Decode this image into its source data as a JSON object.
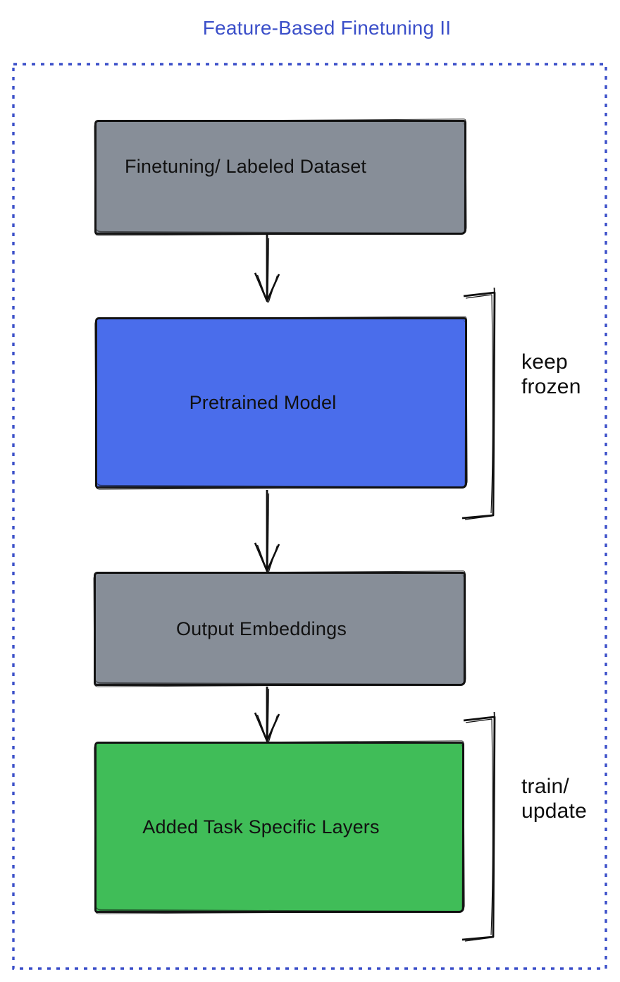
{
  "title": "Feature-Based Finetuning II",
  "colors": {
    "title_text": "#3B4FC9",
    "frame_border": "#3B4FC9",
    "node_gray": "#878E98",
    "node_blue": "#4A6DEB",
    "node_green": "#40BD58",
    "label_text": "#111111"
  },
  "nodes": [
    {
      "id": "finetuning-dataset",
      "label": "Finetuning/ Labeled Dataset",
      "fill": "gray"
    },
    {
      "id": "pretrained-model",
      "label": "Pretrained Model",
      "fill": "blue"
    },
    {
      "id": "output-embeddings",
      "label": "Output Embeddings",
      "fill": "gray"
    },
    {
      "id": "added-task-layers",
      "label": "Added Task Specific Layers",
      "fill": "green"
    }
  ],
  "annotations": [
    {
      "id": "keep-frozen",
      "lines": [
        "keep",
        "frozen"
      ]
    },
    {
      "id": "train-update",
      "lines": [
        "train/",
        "update"
      ]
    }
  ]
}
